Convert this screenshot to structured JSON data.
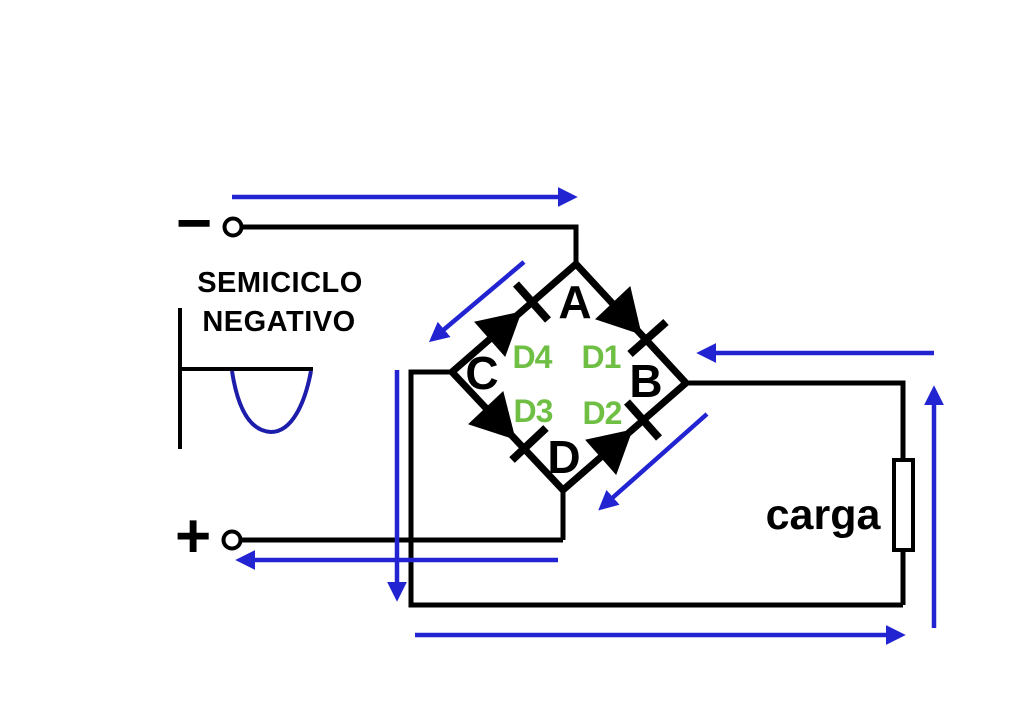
{
  "diagram": {
    "caption": {
      "line1": "SEMICICLO",
      "line2": "NEGATIVO"
    },
    "terminals": {
      "negative": "−",
      "positive": "+"
    },
    "bridge": {
      "node_top": "A",
      "node_right": "B",
      "node_left": "C",
      "node_bottom": "D",
      "diode_top_right": "D1",
      "diode_bottom_right": "D2",
      "diode_bottom_left": "D3",
      "diode_top_left": "D4"
    },
    "load": {
      "label": "carga"
    },
    "colors": {
      "wire": "#000000",
      "current_arrow": "#2224d2",
      "waveform": "#1c1daa",
      "diode_label": "#6fbf44",
      "text": "#000000",
      "background": "#ffffff"
    }
  }
}
